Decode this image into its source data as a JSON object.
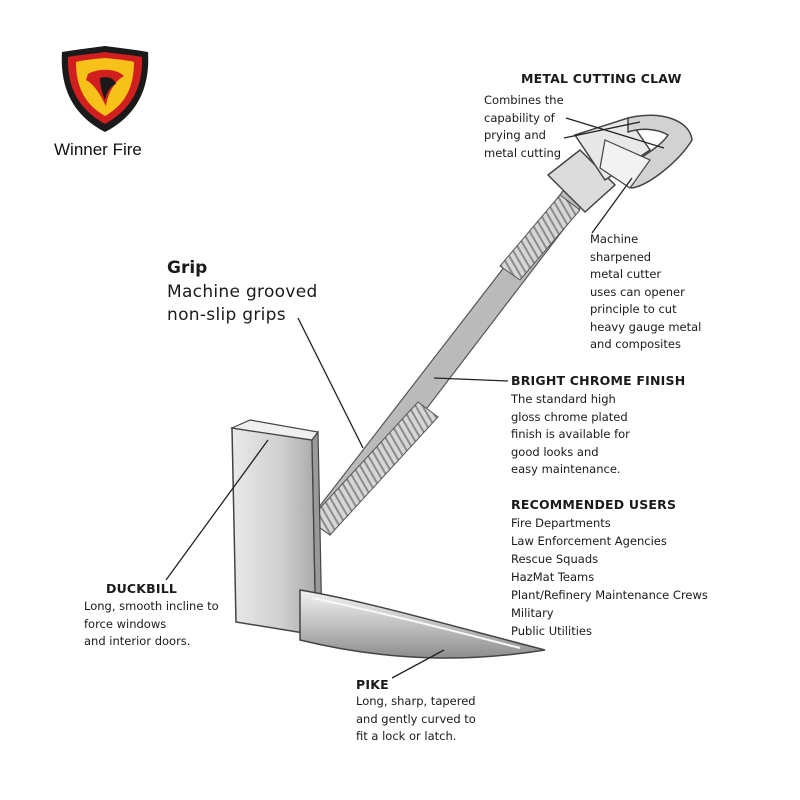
{
  "brand": {
    "name": "Winner Fire",
    "colors": {
      "shield_outer": "#1a1a1a",
      "shield_red": "#d11f1f",
      "shield_yellow": "#f6c21a"
    }
  },
  "tool": {
    "metal_color": "#c9c9c9",
    "outline_color": "#444444"
  },
  "callouts": {
    "claw": {
      "title": "METAL CUTTING CLAW",
      "body": "Combines the\ncapability of\nprying and\nmetal cutting"
    },
    "cutter": {
      "body": "Machine\nsharpened\nmetal cutter\nuses can opener\nprinciple to cut\nheavy gauge metal\nand composites"
    },
    "grip": {
      "title": "Grip",
      "body": "Machine grooved\nnon-slip grips"
    },
    "chrome": {
      "title": "BRIGHT CHROME FINISH",
      "body": "The standard high\ngloss chrome plated\nfinish is available for\ngood looks and\neasy maintenance."
    },
    "users": {
      "title": "RECOMMENDED USERS",
      "items": [
        "Fire Departments",
        "Law Enforcement Agencies",
        "Rescue Squads",
        "HazMat Teams",
        "Plant/Refinery Maintenance Crews",
        "Military",
        "Public Utilities"
      ]
    },
    "duckbill": {
      "title": "DUCKBILL",
      "body": "Long, smooth incline to\nforce windows\nand interior doors."
    },
    "pike": {
      "title": "PIKE",
      "body": "Long, sharp, tapered\nand gently curved to\nfit a lock or latch."
    }
  }
}
